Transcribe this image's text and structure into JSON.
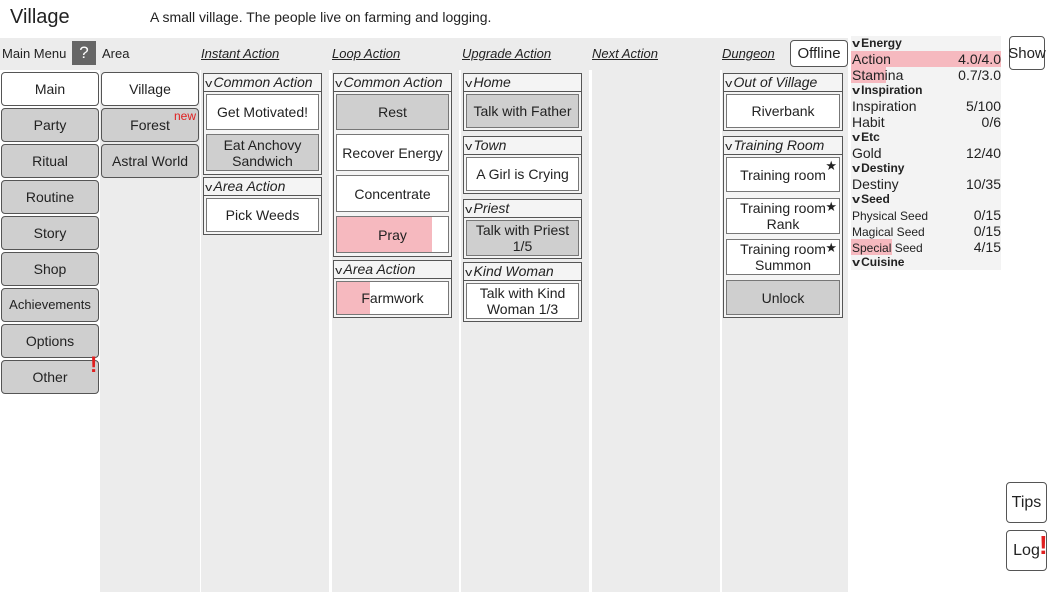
{
  "page": {
    "title": "Village",
    "description": "A small village. The people live on farming and logging."
  },
  "menu": {
    "label": "Main Menu",
    "help": "?",
    "items": [
      {
        "label": "Main",
        "selected": true
      },
      {
        "label": "Party"
      },
      {
        "label": "Ritual"
      },
      {
        "label": "Routine"
      },
      {
        "label": "Story"
      },
      {
        "label": "Shop"
      },
      {
        "label": "Achievements"
      },
      {
        "label": "Options"
      },
      {
        "label": "Other",
        "alert": "!"
      }
    ]
  },
  "area": {
    "label": "Area",
    "items": [
      {
        "label": "Village",
        "selected": true
      },
      {
        "label": "Forest",
        "badge": "new"
      },
      {
        "label": "Astral World"
      }
    ]
  },
  "columns": {
    "instant": "Instant Action",
    "loop": "Loop Action",
    "upgrade": "Upgrade Action",
    "next": "Next Action",
    "dungeon": "Dungeon"
  },
  "offline_button": "Offline",
  "chev": "v",
  "instant": {
    "common_title": "Common Action",
    "get_motivated": "Get Motivated!",
    "eat_anchovy": "Eat Anchovy Sandwich",
    "area_title": "Area Action",
    "pick_weeds": "Pick Weeds"
  },
  "loop": {
    "common_title": "Common Action",
    "rest": "Rest",
    "recover_energy": "Recover Energy",
    "concentrate": "Concentrate",
    "pray": "Pray",
    "pray_progress": 0.86,
    "area_title": "Area Action",
    "farmwork": "Farmwork",
    "farmwork_progress": 0.3
  },
  "upgrade": {
    "home_title": "Home",
    "talk_father": "Talk with Father",
    "town_title": "Town",
    "girl_crying": "A Girl is Crying",
    "priest_title": "Priest",
    "talk_priest": "Talk with Priest 1/5",
    "kind_woman_title": "Kind Woman",
    "talk_kind_woman": "Talk with Kind Woman 1/3"
  },
  "dungeon": {
    "out_title": "Out of Village",
    "riverbank": "Riverbank",
    "training_title": "Training Room",
    "training_room": "Training room",
    "training_rank": "Training room Rank",
    "training_summon": "Training room Summon",
    "star": "★",
    "unlock": "Unlock"
  },
  "resources": {
    "energy": "Energy",
    "action": {
      "name": "Action",
      "value": "4.0/4.0",
      "fill": 1.0
    },
    "stamina": {
      "name": "Stamina",
      "value": "0.7/3.0",
      "fill": 0.23
    },
    "inspiration_head": "Inspiration",
    "inspiration": {
      "name": "Inspiration",
      "value": "5/100"
    },
    "habit": {
      "name": "Habit",
      "value": "0/6"
    },
    "etc": "Etc",
    "gold": {
      "name": "Gold",
      "value": "12/40"
    },
    "destiny_head": "Destiny",
    "destiny": {
      "name": "Destiny",
      "value": "10/35"
    },
    "seed": "Seed",
    "physical_seed": {
      "name": "Physical Seed",
      "value": "0/15"
    },
    "magical_seed": {
      "name": "Magical Seed",
      "value": "0/15"
    },
    "special_seed": {
      "name": "Special Seed",
      "value": "4/15",
      "fill": 0.27
    },
    "cuisine": "Cuisine"
  },
  "side": {
    "show": "Show",
    "tips": "Tips",
    "log": "Log",
    "log_alert": "!"
  },
  "colors": {
    "progress": "#f6b9bf",
    "alert": "#e02020",
    "button": "#cfcfcf"
  }
}
